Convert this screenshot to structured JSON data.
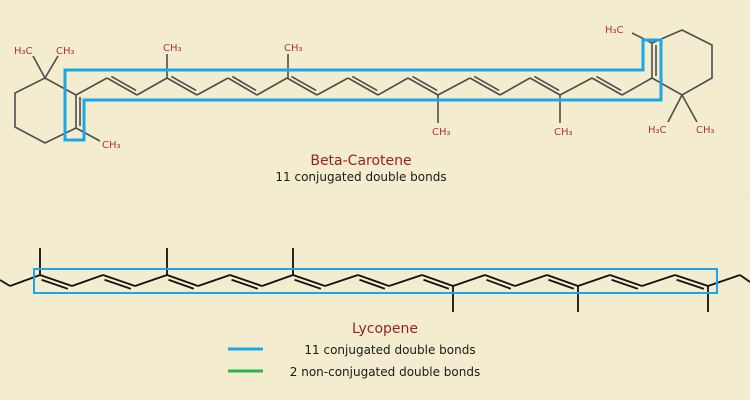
{
  "beta_carotene": {
    "title": "Beta-Carotene",
    "subtitle": "11 conjugated double  bonds",
    "labels": {
      "ring_left_methyl_a": "H₃C",
      "ring_left_methyl_b": "CH₃",
      "ring_left_methyl_c": "CH₃",
      "chain_methyl_1": "CH₃",
      "chain_methyl_2": "CH₃",
      "chain_methyl_3": "CH₃",
      "chain_methyl_4": "CH₃",
      "ring_right_methyl_a": "H₃C",
      "ring_right_methyl_b": "H₃C",
      "ring_right_methyl_c": "CH₃"
    }
  },
  "lycopene": {
    "title": "Lycopene"
  },
  "legend": [
    {
      "label": "11 conjugated double bonds",
      "color": "#1aa7e8"
    },
    {
      "label": "2 non-conjugated double bonds",
      "color": "#2eb34a"
    }
  ],
  "colors": {
    "highlight": "#1aa7e8",
    "bond": "#4a4a4a",
    "bond_lycopene": "#111111",
    "label": "#b0323e"
  }
}
